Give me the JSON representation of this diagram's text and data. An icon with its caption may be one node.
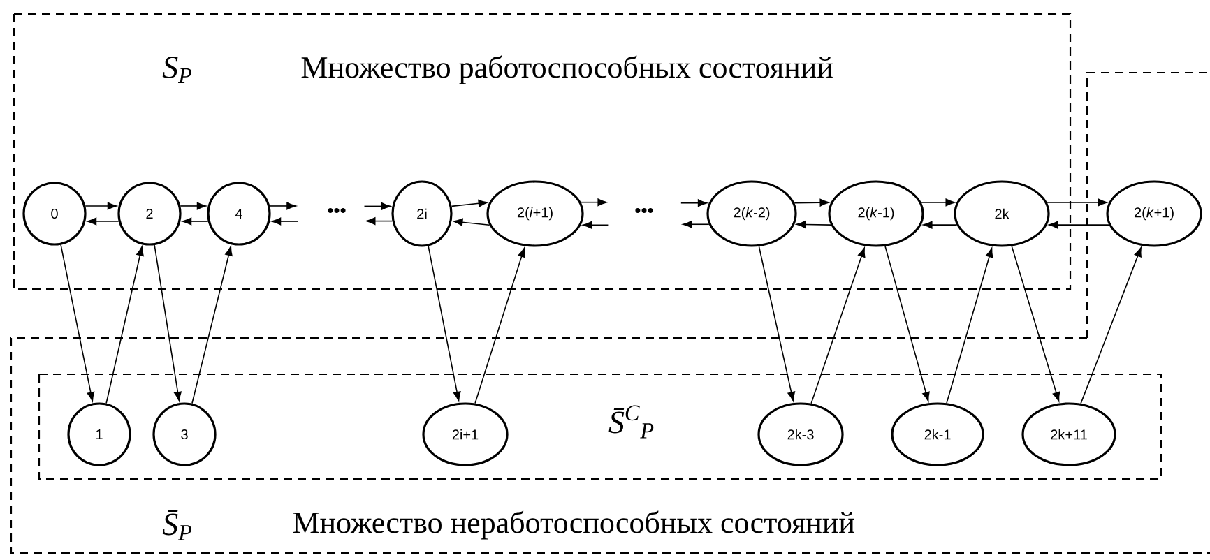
{
  "diagram": {
    "nodes": [
      {
        "text": [
          "S$_{P}$",
          "Множество работоспособных состояний"
        ]
      },
      {
        "text": [
          "S̄$_{P}$",
          "Множество неработоспособных состояний"
        ]
      },
      {
        "text": [
          "S̄$^{C}$$_{P}$"
        ],
        "in": 1
      },
      {
        "text": [
          "0"
        ],
        "in": 0
      },
      {
        "text": [
          "2"
        ],
        "in": 0
      },
      {
        "text": [
          "4"
        ],
        "in": 0
      },
      {
        "text": [
          "2i"
        ],
        "in": 0
      },
      {
        "text": [
          "2(*i*+1)"
        ],
        "in": 0
      },
      {
        "text": [
          "2(*k*-2)"
        ],
        "in": 0
      },
      {
        "text": [
          "2(*k*-1)"
        ],
        "in": 0
      },
      {
        "text": [
          "2k"
        ],
        "in": 0
      },
      {
        "text": [
          "2(*k*+1)"
        ]
      },
      {
        "text": [
          "1"
        ],
        "in": 2
      },
      {
        "text": [
          "3"
        ],
        "in": 2
      },
      {
        "text": [
          "2i+1"
        ],
        "in": 2
      },
      {
        "text": [
          "2k-3"
        ],
        "in": 2
      },
      {
        "text": [
          "2k-1"
        ],
        "in": 2
      },
      {
        "text": [
          "2k+11"
        ],
        "in": 2
      }
    ],
    "edges": [
      {
        "from": 3,
        "to": 4,
        "arrow": "to"
      },
      {
        "from": 4,
        "to": 3,
        "arrow": "to"
      },
      {
        "from": 4,
        "to": 5,
        "arrow": "to"
      },
      {
        "from": 5,
        "to": 4,
        "arrow": "to"
      },
      {
        "from": 5,
        "to": null,
        "arrow": "to"
      },
      {
        "from": null,
        "to": 5,
        "arrow": "to"
      },
      {
        "from": null,
        "to": 6,
        "arrow": "to"
      },
      {
        "from": 6,
        "to": null,
        "arrow": "to"
      },
      {
        "from": 6,
        "to": 7,
        "arrow": "to"
      },
      {
        "from": 7,
        "to": 6,
        "arrow": "to"
      },
      {
        "from": 7,
        "to": null,
        "arrow": "to"
      },
      {
        "from": null,
        "to": 7,
        "arrow": "to"
      },
      {
        "from": null,
        "to": 8,
        "arrow": "to"
      },
      {
        "from": 8,
        "to": null,
        "arrow": "to"
      },
      {
        "from": 8,
        "to": 9,
        "arrow": "to"
      },
      {
        "from": 9,
        "to": 8,
        "arrow": "to"
      },
      {
        "from": 9,
        "to": 10,
        "arrow": "to"
      },
      {
        "from": 10,
        "to": 9,
        "arrow": "to"
      },
      {
        "from": 10,
        "to": 11,
        "arrow": "to"
      },
      {
        "from": 11,
        "to": 10,
        "arrow": "to"
      },
      {
        "from": 3,
        "to": 12,
        "arrow": "to"
      },
      {
        "from": 12,
        "to": 4,
        "arrow": "to"
      },
      {
        "from": 4,
        "to": 13,
        "arrow": "to"
      },
      {
        "from": 13,
        "to": 5,
        "arrow": "to"
      },
      {
        "from": 6,
        "to": 14,
        "arrow": "to"
      },
      {
        "from": 14,
        "to": 7,
        "arrow": "to"
      },
      {
        "from": 8,
        "to": 15,
        "arrow": "to"
      },
      {
        "from": 15,
        "to": 9,
        "arrow": "to"
      },
      {
        "from": 9,
        "to": 16,
        "arrow": "to"
      },
      {
        "from": 16,
        "to": 10,
        "arrow": "to"
      },
      {
        "from": 10,
        "to": 17,
        "arrow": "to"
      },
      {
        "from": 17,
        "to": 11,
        "arrow": "to"
      }
    ],
    "labels": [
      "•••",
      "•••"
    ]
  }
}
